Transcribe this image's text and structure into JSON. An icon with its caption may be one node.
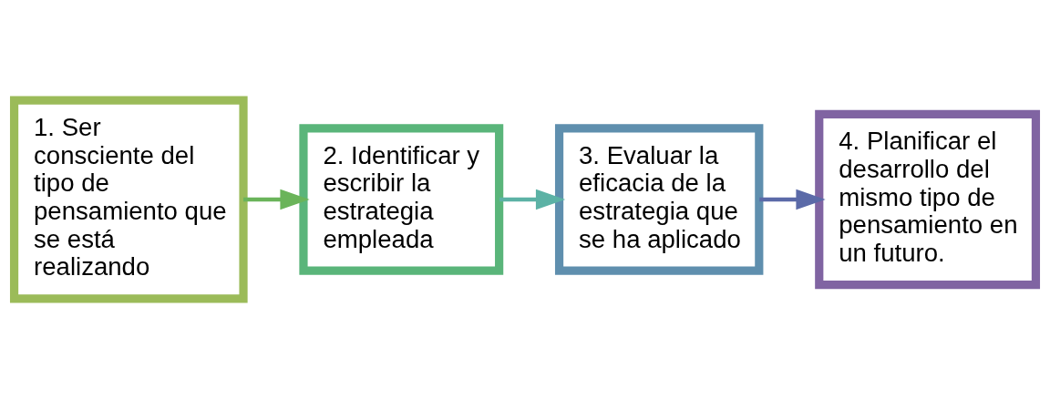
{
  "diagram": {
    "nodes": [
      {
        "text": [
          "1. Ser consciente del tipo de pensamiento que se está realizando"
        ]
      },
      {
        "text": [
          "2. Identificar y escribir la estrategia empleada"
        ]
      },
      {
        "text": [
          "3. Evaluar la eficacia de la estrategia que se ha aplicado"
        ]
      },
      {
        "text": [
          "4. Planificar el desarrollo del mismo tipo de pensamiento en un futuro."
        ]
      }
    ],
    "edges": [
      {
        "from": 0,
        "to": 1,
        "arrow": "to",
        "color": "#6ab45a"
      },
      {
        "from": 1,
        "to": 2,
        "arrow": "to",
        "color": "#5cb2a5"
      },
      {
        "from": 2,
        "to": 3,
        "arrow": "to",
        "color": "#5b6aa8"
      }
    ]
  }
}
